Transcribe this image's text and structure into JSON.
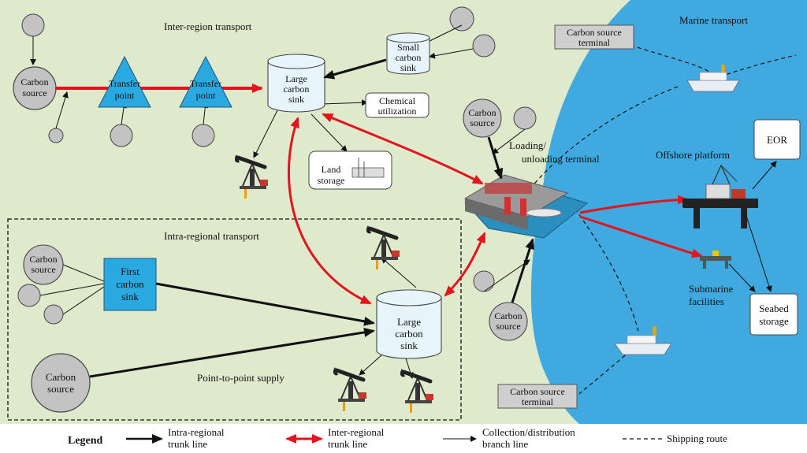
{
  "labels": {
    "inter_region_transport": "Inter-region transport",
    "marine_transport": "Marine transport",
    "intra_regional_transport": "Intra-regional transport",
    "point_to_point_supply": "Point-to-point supply",
    "carbon_source": [
      "Carbon",
      "source"
    ],
    "transfer_point": [
      "Transfer",
      "point"
    ],
    "large_carbon_sink": [
      "Large",
      "carbon",
      "sink"
    ],
    "small_carbon_sink": [
      "Small",
      "carbon",
      "sink"
    ],
    "first_carbon_sink": [
      "First",
      "carbon",
      "sink"
    ],
    "chemical_utilization": [
      "Chemical",
      "utilization"
    ],
    "land_storage": [
      "Land",
      "storage"
    ],
    "loading_terminal": [
      "Loading/",
      "unloading terminal"
    ],
    "carbon_source_terminal": [
      "Carbon source",
      "terminal"
    ],
    "offshore_platform": "Offshore platform",
    "eor": "EOR",
    "submarine_facilities": [
      "Submarine",
      "facilities"
    ],
    "seabed_storage": [
      "Seabed",
      "storage"
    ]
  },
  "legend": {
    "title": "Legend",
    "items": [
      {
        "label": [
          "Intra-regional",
          "trunk line"
        ],
        "style": "thick-black"
      },
      {
        "label": [
          "Inter-regional",
          "trunk line"
        ],
        "style": "red-double"
      },
      {
        "label": [
          "Collection/distribution",
          "branch line"
        ],
        "style": "thin-black"
      },
      {
        "label": [
          "Shipping route"
        ],
        "style": "dashed"
      }
    ]
  },
  "colors": {
    "land": "#dfe9cc",
    "sea": "#3fa9e0",
    "source_gray": "#c3c3c3",
    "transfer_blue": "#2aa8e0",
    "sink_fill": "#e7f4fb",
    "red_line": "#e3141b",
    "terminal_gray": "#cfcfcf"
  }
}
